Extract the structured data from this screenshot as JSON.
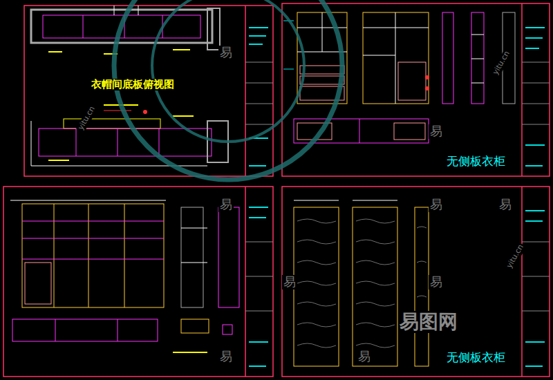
{
  "diagram": {
    "labels": [
      "衣帽间底板俯视图",
      "无侧板衣柜",
      "无侧板衣柜",
      "易图网",
      "易",
      "易",
      "易",
      "易",
      "易",
      "易",
      "易",
      "易",
      "易",
      "yitu.cn",
      "yitu.cn",
      "yitu.cn"
    ]
  }
}
